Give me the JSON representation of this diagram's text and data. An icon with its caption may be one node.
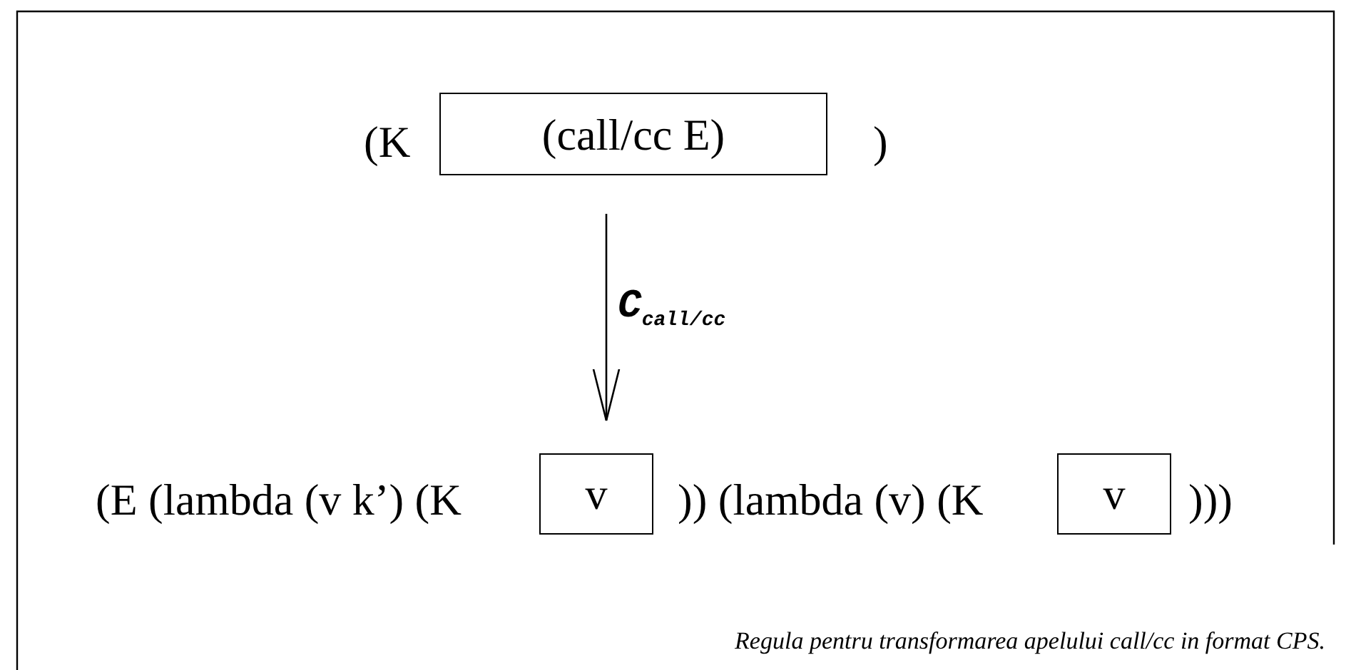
{
  "diagram": {
    "caption": "Regula pentru transformarea apelului call/cc in format CPS.",
    "nodes": [
      {
        "text": [
          "(K",
          ")"
        ]
      },
      {
        "text": [
          "(call/cc E)"
        ],
        "in": 0
      },
      {
        "text": [
          "(E (lambda (v k’) (K",
          ")) (lambda (v) (K",
          ")))"
        ]
      },
      {
        "text": [
          "v"
        ],
        "in": 2
      },
      {
        "text": [
          "v"
        ],
        "in": 2
      }
    ],
    "edges": [
      {
        "from": 0,
        "to": 2,
        "arrow": "to",
        "label": "C$_{call/cc}$"
      }
    ]
  }
}
